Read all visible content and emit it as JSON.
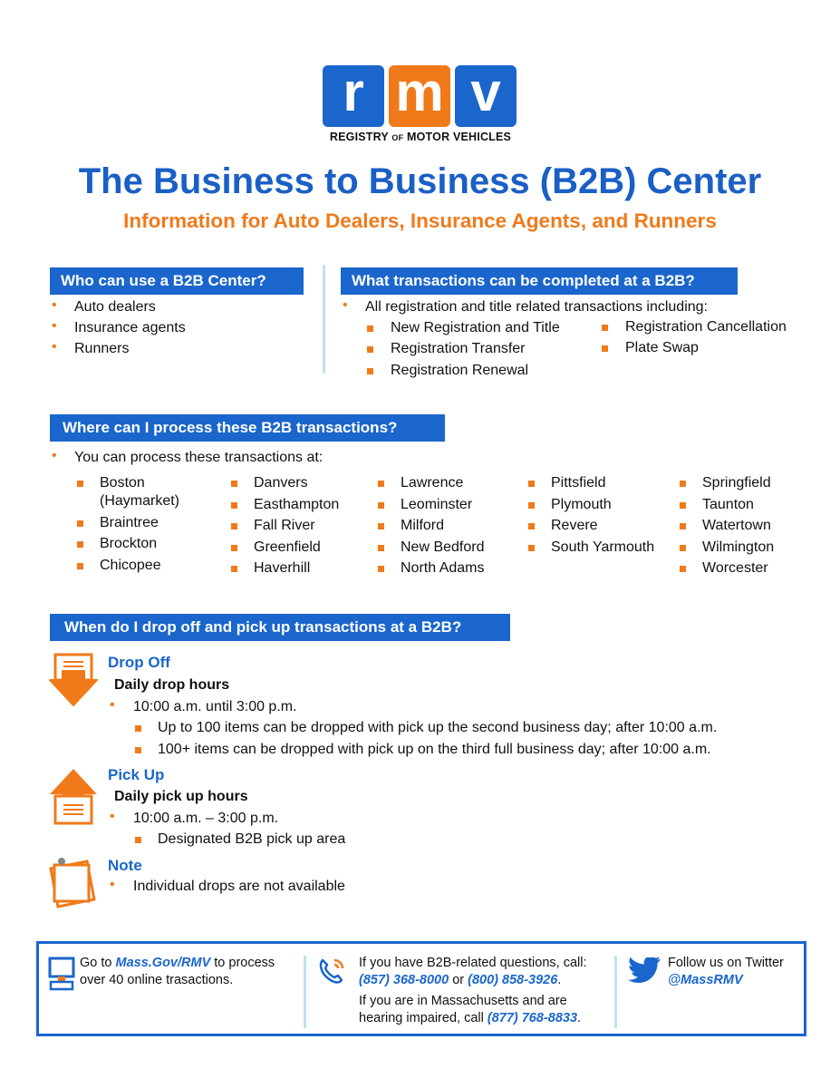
{
  "logo": {
    "letters": [
      "r",
      "m",
      "v"
    ],
    "registry": "REGISTRY",
    "of": "OF",
    "motor_vehicles": "MOTOR VEHICLES"
  },
  "title": "The Business to Business (B2B) Center",
  "subtitle": "Information for Auto Dealers, Insurance Agents, and Runners",
  "who": {
    "heading": "Who can use a B2B Center?",
    "items": [
      "Auto dealers",
      "Insurance agents",
      "Runners"
    ]
  },
  "what": {
    "heading": "What transactions can be completed at a B2B?",
    "intro": "All registration and title related transactions including:",
    "col1": [
      "New Registration and Title",
      "Registration Transfer",
      "Registration Renewal"
    ],
    "col2": [
      "Registration Cancellation",
      "Plate Swap"
    ]
  },
  "where": {
    "heading": "Where can I process these B2B transactions?",
    "intro": "You can process these transactions at:",
    "columns": [
      [
        "Boston (Haymarket)",
        "Braintree",
        "Brockton",
        "Chicopee"
      ],
      [
        "Danvers",
        "Easthampton",
        "Fall River",
        "Greenfield",
        "Haverhill"
      ],
      [
        "Lawrence",
        "Leominster",
        "Milford",
        "New Bedford",
        "North Adams"
      ],
      [
        "Pittsfield",
        "Plymouth",
        "Revere",
        "South Yarmouth"
      ],
      [
        "Springfield",
        "Taunton",
        "Watertown",
        "Wilmington",
        "Worcester"
      ]
    ]
  },
  "when": {
    "heading": "When do I drop off and pick up transactions at a B2B?",
    "dropoff": {
      "title": "Drop Off",
      "sub": "Daily drop hours",
      "hours": "10:00 a.m. until 3:00 p.m.",
      "details": [
        "Up to 100 items can be dropped with pick up the second business day; after 10:00 a.m.",
        "100+ items can be dropped with pick up on the third full business day; after 10:00 a.m."
      ]
    },
    "pickup": {
      "title": "Pick Up",
      "sub": "Daily pick up hours",
      "hours": "10:00 a.m. – 3:00 p.m.",
      "details": [
        "Designated B2B pick up area"
      ]
    },
    "note": {
      "title": "Note",
      "text": "Individual drops are not available"
    }
  },
  "footer": {
    "online": {
      "pre": "Go to ",
      "link": "Mass.Gov/RMV",
      "post": " to process",
      "line2": "over 40 online trasactions."
    },
    "phone": {
      "line1": "If you have B2B-related questions, call:",
      "num1": "(857) 368-8000",
      "or": " or ",
      "num2": "(800) 858-3926",
      "dot": ".",
      "line3": "If you are in Massachusetts and are",
      "line4": "hearing impaired, call ",
      "num3": "(877) 768-8833",
      "dot2": "."
    },
    "twitter": {
      "line1": "Follow us on Twitter",
      "handle": "@MassRMV"
    }
  },
  "colors": {
    "blue": "#1a66cc",
    "orange": "#f07a1a",
    "divider": "#bfe3f0"
  }
}
